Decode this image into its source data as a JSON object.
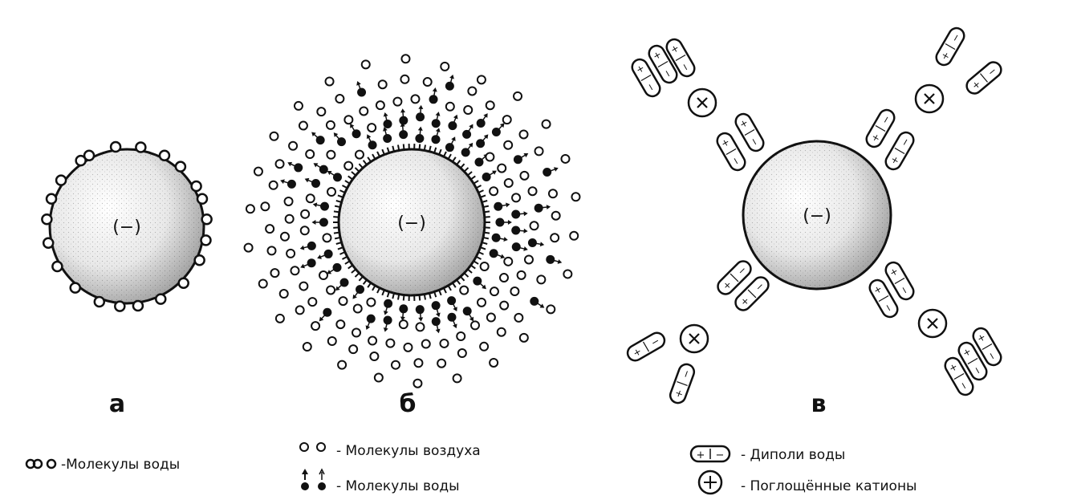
{
  "panels": {
    "a": {
      "letter": "а",
      "center_charge": "(−)"
    },
    "b": {
      "letter": "б",
      "center_charge": "(−)"
    },
    "c": {
      "letter": "в",
      "center_charge": "(−)"
    }
  },
  "legend": {
    "water_molecules": "-Молекулы воды",
    "air_molecules": "- Молекулы воздуха",
    "water_molecules_dir": "- Молекулы воды",
    "water_dipoles": "- Диполи воды",
    "absorbed_cations": "- Поглощённые катионы"
  },
  "colors": {
    "ink": "#111111",
    "paper": "#ffffff"
  }
}
